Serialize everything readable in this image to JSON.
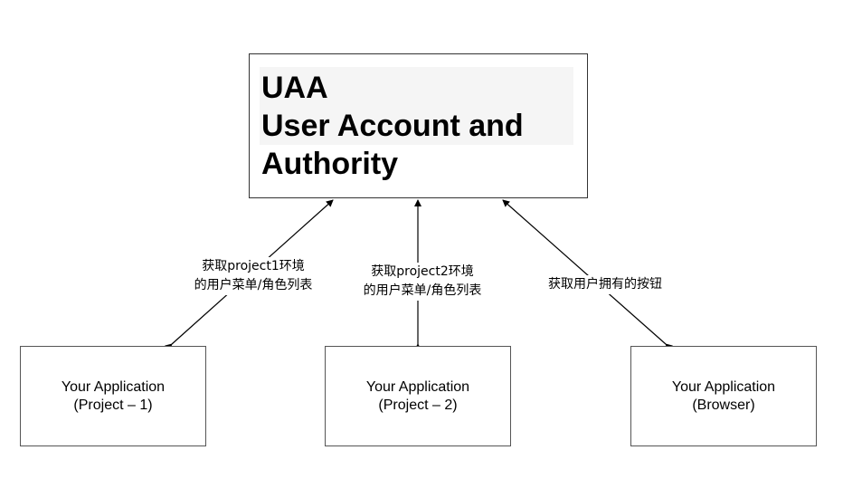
{
  "uaa": {
    "line1": "UAA",
    "line2": "User Account and",
    "line3": "Authority"
  },
  "apps": [
    {
      "line1": "Your Application",
      "line2": "(Project – 1)"
    },
    {
      "line1": "Your Application",
      "line2": "(Project – 2)"
    },
    {
      "line1": "Your Application",
      "line2": "(Browser)"
    }
  ],
  "edges": [
    {
      "line1": "获取project1环境",
      "line2": "的用户菜单/角色列表"
    },
    {
      "line1": "获取project2环境",
      "line2": "的用户菜单/角色列表"
    },
    {
      "line1": "获取用户拥有的按钮"
    }
  ],
  "colors": {
    "border": "#333333",
    "highlight": "#f5f5f5",
    "arrow": "#000000"
  }
}
